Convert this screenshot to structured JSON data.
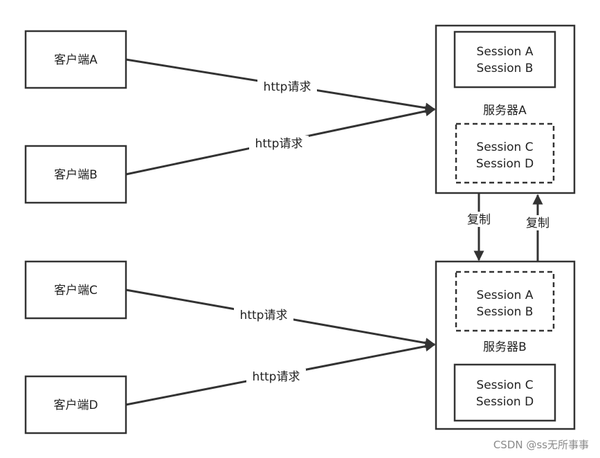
{
  "clients": {
    "a": "客户端A",
    "b": "客户端B",
    "c": "客户端C",
    "d": "客户端D"
  },
  "servers": {
    "a": {
      "label": "服务器A",
      "top_sessions": [
        "Session A",
        "Session B"
      ],
      "bottom_sessions": [
        "Session C",
        "Session D"
      ]
    },
    "b": {
      "label": "服务器B",
      "top_sessions": [
        "Session A",
        "Session B"
      ],
      "bottom_sessions": [
        "Session C",
        "Session D"
      ]
    }
  },
  "edges": {
    "request_label": "http请求",
    "replicate_label": "复制"
  },
  "watermark": "CSDN @ss无所事事"
}
